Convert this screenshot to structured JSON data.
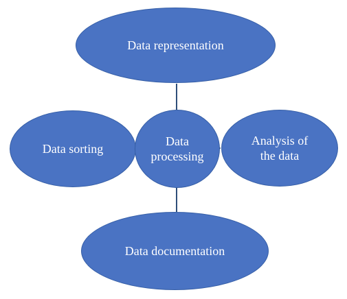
{
  "diagram": {
    "nodes": {
      "top": "Data representation",
      "left": "Data sorting",
      "center": "Data\nprocessing",
      "right": "Analysis of\nthe data",
      "bottom": "Data documentation"
    },
    "colors": {
      "node_fill": "#4a73c3",
      "node_border": "#355ea6",
      "connector": "#2f4e79",
      "text": "#ffffff"
    }
  }
}
